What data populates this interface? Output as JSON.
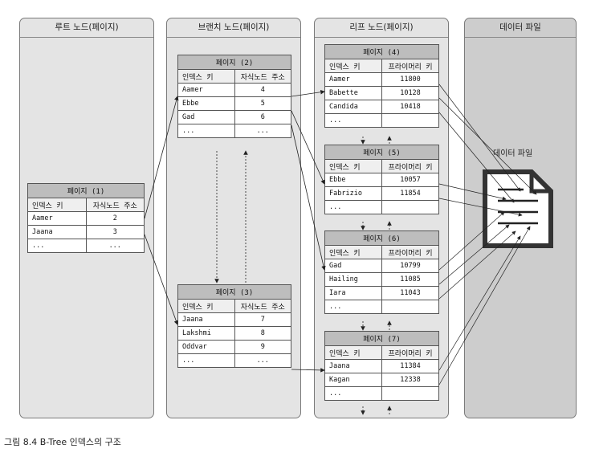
{
  "columns": {
    "root": "루트 노드(페이지)",
    "branch": "브랜치 노드(페이지)",
    "leaf": "리프 노드(페이지)",
    "data": "데이터 파일"
  },
  "doc_label": "데이터 파일",
  "caption": "그림 8.4 B-Tree 인덱스의 구조",
  "pages": {
    "p1": {
      "title": "페이지 (1)",
      "h1": "인덱스 키",
      "h2": "자식노드 주소",
      "rows": [
        [
          "Aamer",
          "2"
        ],
        [
          "Jaana",
          "3"
        ],
        [
          "...",
          "..."
        ]
      ]
    },
    "p2": {
      "title": "페이지 (2)",
      "h1": "인덱스 키",
      "h2": "자식노드 주소",
      "rows": [
        [
          "Aamer",
          "4"
        ],
        [
          "Ebbe",
          "5"
        ],
        [
          "Gad",
          "6"
        ],
        [
          "...",
          "..."
        ]
      ]
    },
    "p3": {
      "title": "페이지 (3)",
      "h1": "인덱스 키",
      "h2": "자식노드 주소",
      "rows": [
        [
          "Jaana",
          "7"
        ],
        [
          "Lakshmi",
          "8"
        ],
        [
          "Oddvar",
          "9"
        ],
        [
          "...",
          "..."
        ]
      ]
    },
    "p4": {
      "title": "페이지 (4)",
      "h1": "인덱스 키",
      "h2": "프라이머리 키",
      "rows": [
        [
          "Aamer",
          "11800"
        ],
        [
          "Babette",
          "10128"
        ],
        [
          "Candida",
          "10418"
        ],
        [
          "...",
          ""
        ]
      ]
    },
    "p5": {
      "title": "페이지 (5)",
      "h1": "인덱스 키",
      "h2": "프라이머리 키",
      "rows": [
        [
          "Ebbe",
          "10057"
        ],
        [
          "Fabrizio",
          "11854"
        ],
        [
          "...",
          ""
        ]
      ]
    },
    "p6": {
      "title": "페이지 (6)",
      "h1": "인덱스 키",
      "h2": "프라이머리 키",
      "rows": [
        [
          "Gad",
          "10799"
        ],
        [
          "Hailing",
          "11085"
        ],
        [
          "Iara",
          "11043"
        ],
        [
          "...",
          ""
        ]
      ]
    },
    "p7": {
      "title": "페이지 (7)",
      "h1": "인덱스 키",
      "h2": "프라이머리 키",
      "rows": [
        [
          "Jaana",
          "11384"
        ],
        [
          "Kagan",
          "12338"
        ],
        [
          "...",
          ""
        ]
      ]
    }
  }
}
